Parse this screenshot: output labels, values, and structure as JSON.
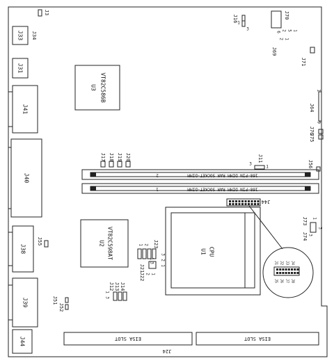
{
  "board": {
    "connectors": {
      "j3": "J3",
      "j33": "J33",
      "j34": "J34",
      "j31": "J31",
      "j41": "J41",
      "j40": "J40",
      "j38": "J38",
      "j39": "J39",
      "j44_bottom": "J44",
      "j24": "J24",
      "j44_top": "J44",
      "j55": "J55",
      "j51": "J51",
      "j52": "J52",
      "j17": "J17",
      "j18": "J18",
      "j19": "J19",
      "j20": "J20",
      "j11": "J11",
      "j56": "J56",
      "j64": "J64",
      "j76": "J76",
      "j75": "J75",
      "j69": "J69",
      "j70": "J70",
      "j71": "J71",
      "j72": "J72",
      "j73": "J73",
      "j74": "J74",
      "j21": "J21",
      "j22": "J22",
      "j12": "J12",
      "j13": "J13",
      "j14": "J14",
      "j23": "J23",
      "j16": "J16",
      "j15": "J15"
    },
    "chips": {
      "u3_ref": "U3",
      "u3_part": "VT82C586B",
      "u2_ref": "U2",
      "u2_part": "VT82C598AT",
      "u1_ref": "U1",
      "u1_part": "CPU"
    },
    "dimm": {
      "slot2_label": "168-PIN DIMM RAM SOCKET-DIMM",
      "slot2_num": "2",
      "slot1_label": "168-PIN DIMM RAM SOCKET-DIMM",
      "slot1_num": "1"
    },
    "eisa": {
      "left": "EISA SLOT",
      "right": "EISA SLOT"
    },
    "pins": {
      "j11_3": "3",
      "j11_1": "1",
      "j64_1": "1",
      "j64_9": "9",
      "j69_2": "2",
      "j69_1": "1",
      "j70_6": "6",
      "j70_5": "5",
      "j70_2": "2",
      "j70_1": "1",
      "j72_3": "3",
      "j73_1": "1",
      "j73_3": "3",
      "j21_1": "1",
      "j21_2": "2",
      "j22_1": "1",
      "j22_2": "2",
      "j16_3": "3",
      "j16_2": "2",
      "j16_1": "1",
      "j12_1": "1",
      "j12_3": "3",
      "j15_1": "1",
      "j15_3": "3"
    },
    "magnifier": [
      "J5",
      "J6",
      "J7",
      "J1",
      "J2",
      "J3",
      "J8",
      "J4"
    ]
  }
}
